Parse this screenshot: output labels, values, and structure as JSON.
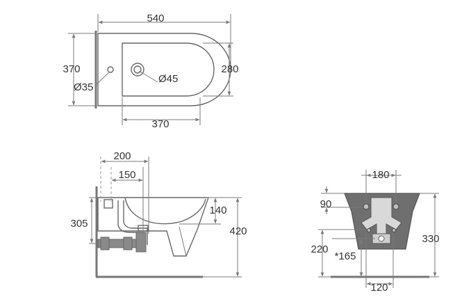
{
  "colors": {
    "line": "#7a7a7a",
    "outline": "#666666",
    "fill": "#6f6f6f",
    "text": "#333333"
  },
  "top_view": {
    "width": "540",
    "height": "370",
    "basin_height": "280",
    "basin_width": "370",
    "tap_hole": "Ø45",
    "fixing_hole": "Ø35"
  },
  "side_view": {
    "d1": "200",
    "d2": "150",
    "d_top_drop": "140",
    "height_inlet": "305",
    "height_total": "420"
  },
  "front_view": {
    "top_width": "180",
    "top_drop": "90",
    "height": "330",
    "low": "220",
    "mid": "*165",
    "bottom_width": "120"
  }
}
